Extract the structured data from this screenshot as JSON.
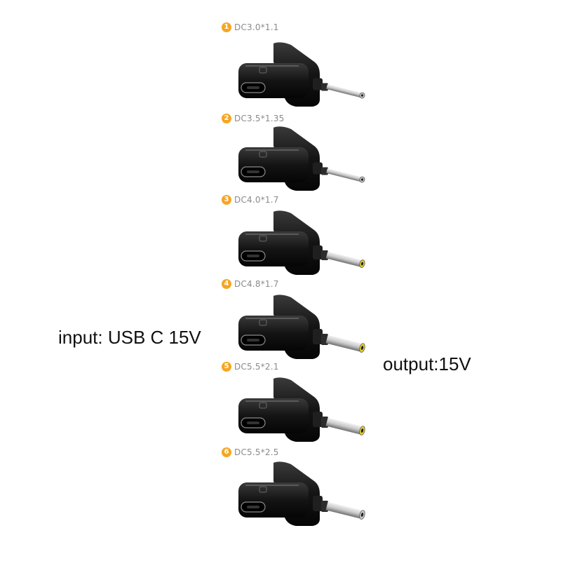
{
  "input_label": "input: USB C 15V",
  "output_label": "output:15V",
  "adapters": [
    {
      "number": "1",
      "spec": "DC3.0*1.1",
      "tip_icon": "plain-tip",
      "tip_color": "#c9c9c9"
    },
    {
      "number": "2",
      "spec": "DC3.5*1.35",
      "tip_icon": "plain-tip",
      "tip_color": "#c9c9c9"
    },
    {
      "number": "3",
      "spec": "DC4.0*1.7",
      "tip_icon": "yellow-tip",
      "tip_color": "#e8d21f"
    },
    {
      "number": "4",
      "spec": "DC4.8*1.7",
      "tip_icon": "yellow-tip",
      "tip_color": "#e8d21f"
    },
    {
      "number": "5",
      "spec": "DC5.5*2.1",
      "tip_icon": "yellow-tip",
      "tip_color": "#e8d21f"
    },
    {
      "number": "6",
      "spec": "DC5.5*2.5",
      "tip_icon": "plain-tip",
      "tip_color": "#c9c9c9"
    }
  ],
  "colors": {
    "badge": "#f5a623",
    "spec_text": "#8a8a8a",
    "connector_body": "#141414",
    "metal": "#c9c9c9"
  }
}
